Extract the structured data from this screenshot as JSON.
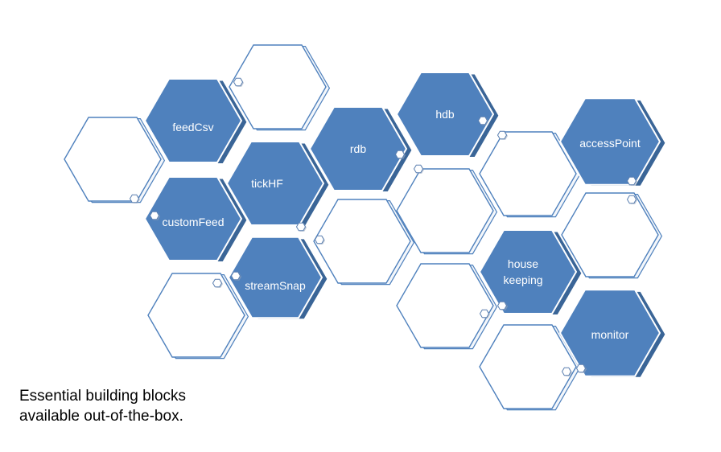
{
  "colors": {
    "filled": "#4f81bd",
    "filled_side": "#3a6597",
    "outline": "#4f81bd",
    "empty_fill": "#ffffff",
    "connector": "#ffffff",
    "connector_stroke": "#5a7fb0"
  },
  "blocks": [
    {
      "id": "feedCsv",
      "lines": [
        "feedCsv"
      ],
      "filled": true
    },
    {
      "id": "customFeed",
      "lines": [
        "customFeed"
      ],
      "filled": true
    },
    {
      "id": "tickHF",
      "lines": [
        "tickHF"
      ],
      "filled": true
    },
    {
      "id": "streamSnap",
      "lines": [
        "streamSnap"
      ],
      "filled": true
    },
    {
      "id": "rdb",
      "lines": [
        "rdb"
      ],
      "filled": true
    },
    {
      "id": "hdb",
      "lines": [
        "hdb"
      ],
      "filled": true
    },
    {
      "id": "accessPoint",
      "lines": [
        "accessPoint"
      ],
      "filled": true
    },
    {
      "id": "housekeeping",
      "lines": [
        "house",
        "keeping"
      ],
      "filled": true
    },
    {
      "id": "monitor",
      "lines": [
        "monitor"
      ],
      "filled": true
    }
  ],
  "caption": {
    "line1": "Essential building blocks",
    "line2": "available out-of-the-box."
  }
}
